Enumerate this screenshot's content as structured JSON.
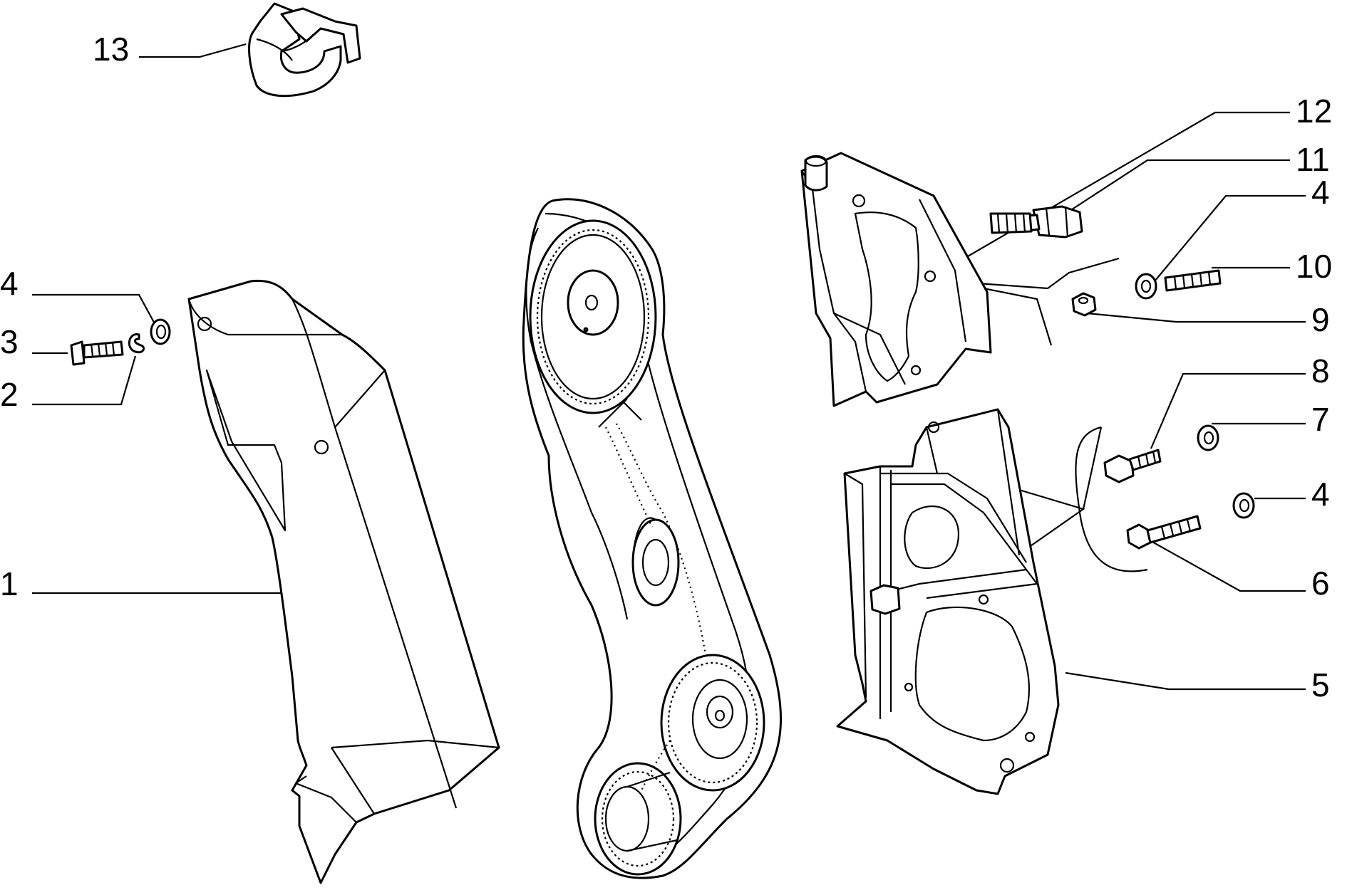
{
  "diagram": {
    "callouts": [
      {
        "id": "c13",
        "label": "13"
      },
      {
        "id": "c12",
        "label": "12"
      },
      {
        "id": "c11",
        "label": "11"
      },
      {
        "id": "c4a",
        "label": "4"
      },
      {
        "id": "c10",
        "label": "10"
      },
      {
        "id": "c9",
        "label": "9"
      },
      {
        "id": "c8",
        "label": "8"
      },
      {
        "id": "c7",
        "label": "7"
      },
      {
        "id": "c4b",
        "label": "4"
      },
      {
        "id": "c6",
        "label": "6"
      },
      {
        "id": "c5",
        "label": "5"
      },
      {
        "id": "c4c",
        "label": "4"
      },
      {
        "id": "c3",
        "label": "3"
      },
      {
        "id": "c2",
        "label": "2"
      },
      {
        "id": "c1",
        "label": "1"
      }
    ]
  }
}
